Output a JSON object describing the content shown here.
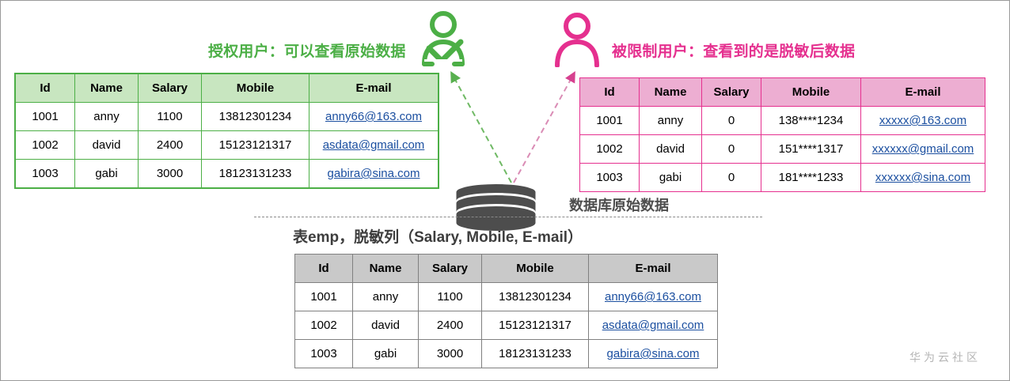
{
  "labels": {
    "authorized": "授权用户：可以查看原始数据",
    "restricted": "被限制用户：查看到的是脱敏后数据",
    "database": "数据库原始数据",
    "table_caption": "表emp，脱敏列（Salary, Mobile, E-mail）",
    "watermark": "华为云社区"
  },
  "colors": {
    "green": "#4caf46",
    "green_header": "#c8e6c0",
    "pink": "#e5308f",
    "pink_header": "#edaed2",
    "gray": "#808080",
    "gray_header": "#c9c9c9",
    "link": "#1b4fa0",
    "db_fill": "#4d4d4d"
  },
  "icons": {
    "authorized_user": "user-check-icon",
    "restricted_user": "user-icon",
    "database": "database-cylinder-icon"
  },
  "tables": {
    "authorized": {
      "name": "original-data-table",
      "columns": [
        "Id",
        "Name",
        "Salary",
        "Mobile",
        "E-mail"
      ],
      "rows": [
        [
          "1001",
          "anny",
          "1100",
          "13812301234",
          "anny66@163.com"
        ],
        [
          "1002",
          "david",
          "2400",
          "15123121317",
          "asdata@gmail.com"
        ],
        [
          "1003",
          "gabi",
          "3000",
          "18123131233",
          "gabira@sina.com"
        ]
      ]
    },
    "restricted": {
      "name": "masked-data-table",
      "columns": [
        "Id",
        "Name",
        "Salary",
        "Mobile",
        "E-mail"
      ],
      "rows": [
        [
          "1001",
          "anny",
          "0",
          "138****1234",
          "xxxxx@163.com"
        ],
        [
          "1002",
          "david",
          "0",
          "151****1317",
          "xxxxxx@gmail.com"
        ],
        [
          "1003",
          "gabi",
          "0",
          "181****1233",
          "xxxxxx@sina.com"
        ]
      ]
    },
    "source": {
      "name": "source-data-table",
      "columns": [
        "Id",
        "Name",
        "Salary",
        "Mobile",
        "E-mail"
      ],
      "rows": [
        [
          "1001",
          "anny",
          "1100",
          "13812301234",
          "anny66@163.com"
        ],
        [
          "1002",
          "david",
          "2400",
          "15123121317",
          "asdata@gmail.com"
        ],
        [
          "1003",
          "gabi",
          "3000",
          "18123131233",
          "gabira@sina.com"
        ]
      ]
    }
  }
}
